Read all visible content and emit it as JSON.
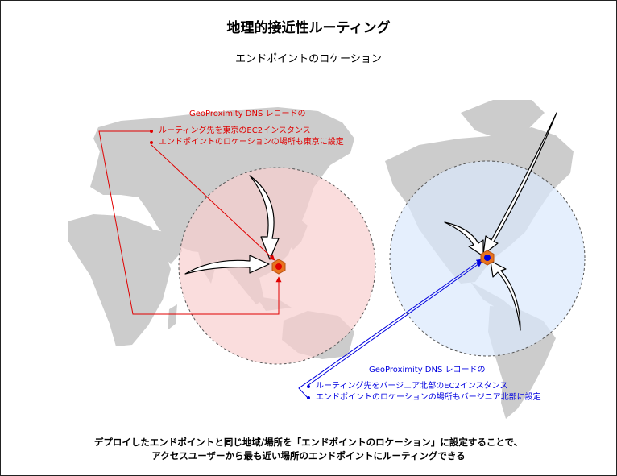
{
  "diagram": {
    "title": "地理的接近性ルーティング",
    "subtitle": "エンドポイントのロケーション",
    "tokyo_note": {
      "heading": "GeoProximity DNS レコードの",
      "items": [
        "ルーティング先を東京のEC2インスタンス",
        "エンドポイントのロケーションの場所も東京に設定"
      ]
    },
    "virginia_note": {
      "heading": "GeoProximity DNS レコードの",
      "items": [
        "ルーティング先をバージニア北部のEC2インスタンス",
        "エンドポイントのロケーションの場所もバージニア北部に設定"
      ]
    },
    "footer": [
      "デプロイしたエンドポイントと同じ地域/場所を「エンドポイントのロケーション」に設定することで、",
      "アクセスユーザーから最も近い場所のエンドポイントにルーティングできる"
    ],
    "colors": {
      "tokyo": "#e00000",
      "virginia": "#0000e0",
      "tokyo_region_fill": "#f8cfcf",
      "virginia_region_fill": "#dae8fc",
      "ec2_icon": "#e8731e",
      "map": "#cccccc"
    },
    "icons": [
      "ec2-instance-icon",
      "ec2-instance-icon",
      "world-map"
    ]
  }
}
